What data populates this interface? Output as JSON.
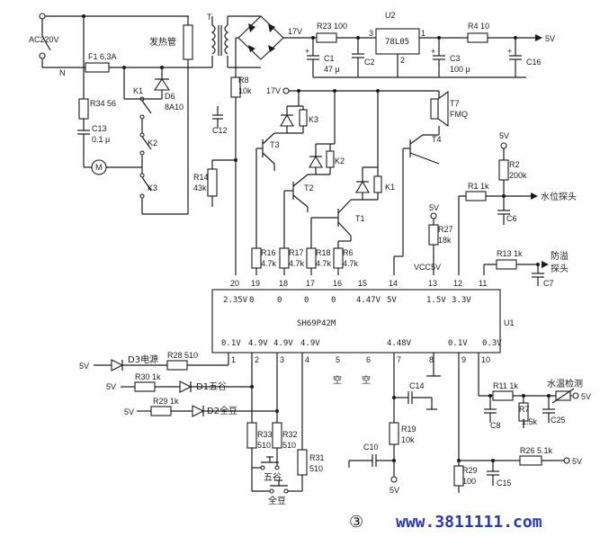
{
  "mains": {
    "source": "AC220V",
    "plug": "N",
    "fuse_label": "F1  6.3A"
  },
  "heater": {
    "label": "发热管"
  },
  "transformer": {
    "label": "T"
  },
  "relay_contacts": [
    "K1",
    "K2",
    "K3"
  ],
  "motor": {
    "label": "M"
  },
  "diodes": {
    "d6": "D6",
    "d6_value": "8A10"
  },
  "resistors": {
    "r34": "R34  56",
    "r8": "R8",
    "r8_value": "10k",
    "r14": "R14",
    "r14_value": "43k",
    "r23": "R23  100",
    "r4": "R4  10",
    "r2": "R2",
    "r2_value": "200k",
    "r1": "R1  1k",
    "r27": "R27",
    "r27_value": "18k",
    "r13": "R13  1k",
    "r16": "R16",
    "r16_value": "4.7k",
    "r17": "R17",
    "r17_value": "4.7k",
    "r18": "R18",
    "r18_value": "4.7k",
    "r6": "R6",
    "r6_value": "4.7k",
    "r28": "R28  510",
    "r30": "R30  1k",
    "r29": "R29  1k",
    "r33": "R33",
    "r33_value": "510",
    "r32": "R32",
    "r32_value": "510",
    "r31": "R31",
    "r31_value": "510",
    "r19": "R19",
    "r19_value": "10k",
    "r11": "R11  1k",
    "r7": "R7",
    "r7_value": "1.5k",
    "r26": "R26  5.1k",
    "r29b": "R29",
    "r29b_value": "100"
  },
  "capacitors": {
    "c13": "C13",
    "c13_value": "0.1 μ",
    "c12": "C12",
    "c1": "C1",
    "c1_value": "47 μ",
    "c2": "C2",
    "c3": "C3",
    "c3_value": "100 μ",
    "c16": "C16",
    "c6": "C6",
    "c7": "C7",
    "c14": "C14",
    "c10": "C10",
    "c8": "C8",
    "c25": "C25",
    "c15": "C15"
  },
  "regulator": {
    "name": "U2",
    "part": "78L05",
    "pin1": "1",
    "pin2": "2",
    "pin3": "3"
  },
  "rails": {
    "v17_a": "17V",
    "v17_b": "17V",
    "v5": "5V",
    "vcc5": "VCC5V"
  },
  "relays": {
    "k1": "K1",
    "k2": "K2",
    "k3": "K3",
    "t7": "T7",
    "t7_part": "FMQ"
  },
  "transistors": {
    "t1": "T1",
    "t2": "T2",
    "t3": "T3",
    "t4": "T4"
  },
  "ic": {
    "name": "U1",
    "part": "SH69P42M",
    "top_pins": [
      "20",
      "19",
      "18",
      "17",
      "16",
      "15",
      "14",
      "13",
      "12",
      "11"
    ],
    "top_volts": [
      "2.35V",
      "0",
      "0",
      "0",
      "0",
      "4.47V",
      "5V",
      "1.5V",
      "3.3V"
    ],
    "bottom_pins": [
      "1",
      "2",
      "3",
      "4",
      "5",
      "6",
      "7",
      "8",
      "9",
      "10"
    ],
    "bottom_volts": [
      "0.1V",
      "4.9V",
      "4.9V",
      "4.9V",
      "4.48V",
      "0.1V",
      "0.3V"
    ],
    "empty_a": "空",
    "empty_b": "空"
  },
  "leds": {
    "d3": "D3电源",
    "d1": "D1五谷",
    "d2": "D2全豆"
  },
  "buttons": {
    "wugu": "五谷",
    "quandou": "全豆"
  },
  "sensors": {
    "water_level": "水位探头",
    "anti_overflow_1": "防溢",
    "anti_overflow_2": "探头",
    "water_temp": "水温检测"
  },
  "supply_labels": {
    "a": "5V",
    "b": "5V",
    "c": "5V",
    "d": "5V",
    "e": "5V",
    "f": "5V",
    "g": "5V"
  },
  "figure_number": "③",
  "watermark": "www.3811111.com"
}
